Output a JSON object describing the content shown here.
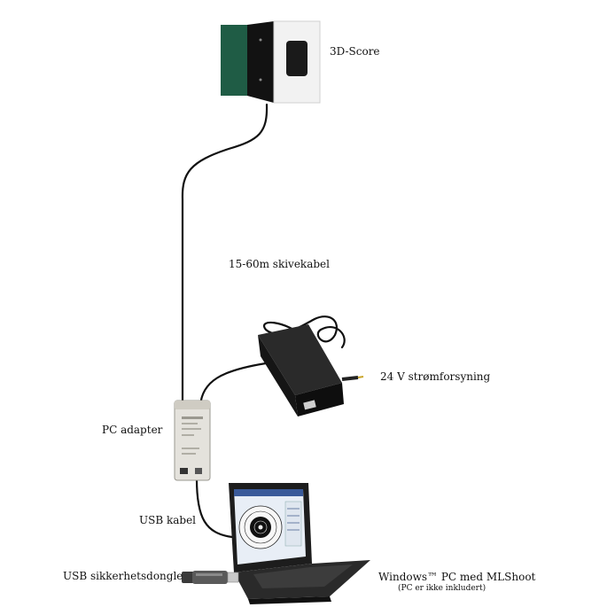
{
  "labels": {
    "score": "3D-Score",
    "cable": "15-60m skivekabel",
    "power": "24 V strømforsyning",
    "adapter": "PC adapter",
    "usb_cable": "USB kabel",
    "dongle": "USB sikkerhetsdongle",
    "pc": "Windows™ PC med MLShoot",
    "pc_note": "(PC er ikke inkludert)"
  },
  "colors": {
    "score_green": "#1f5c45",
    "score_dark": "#111111",
    "score_white": "#f2f2f2",
    "cable": "#111111",
    "adapter_body": "#e4e2dc",
    "power_brick": "#1c1c1c",
    "laptop_body": "#202020",
    "screen_bg": "#e8eef6",
    "dongle_body": "#5a5a5a"
  }
}
